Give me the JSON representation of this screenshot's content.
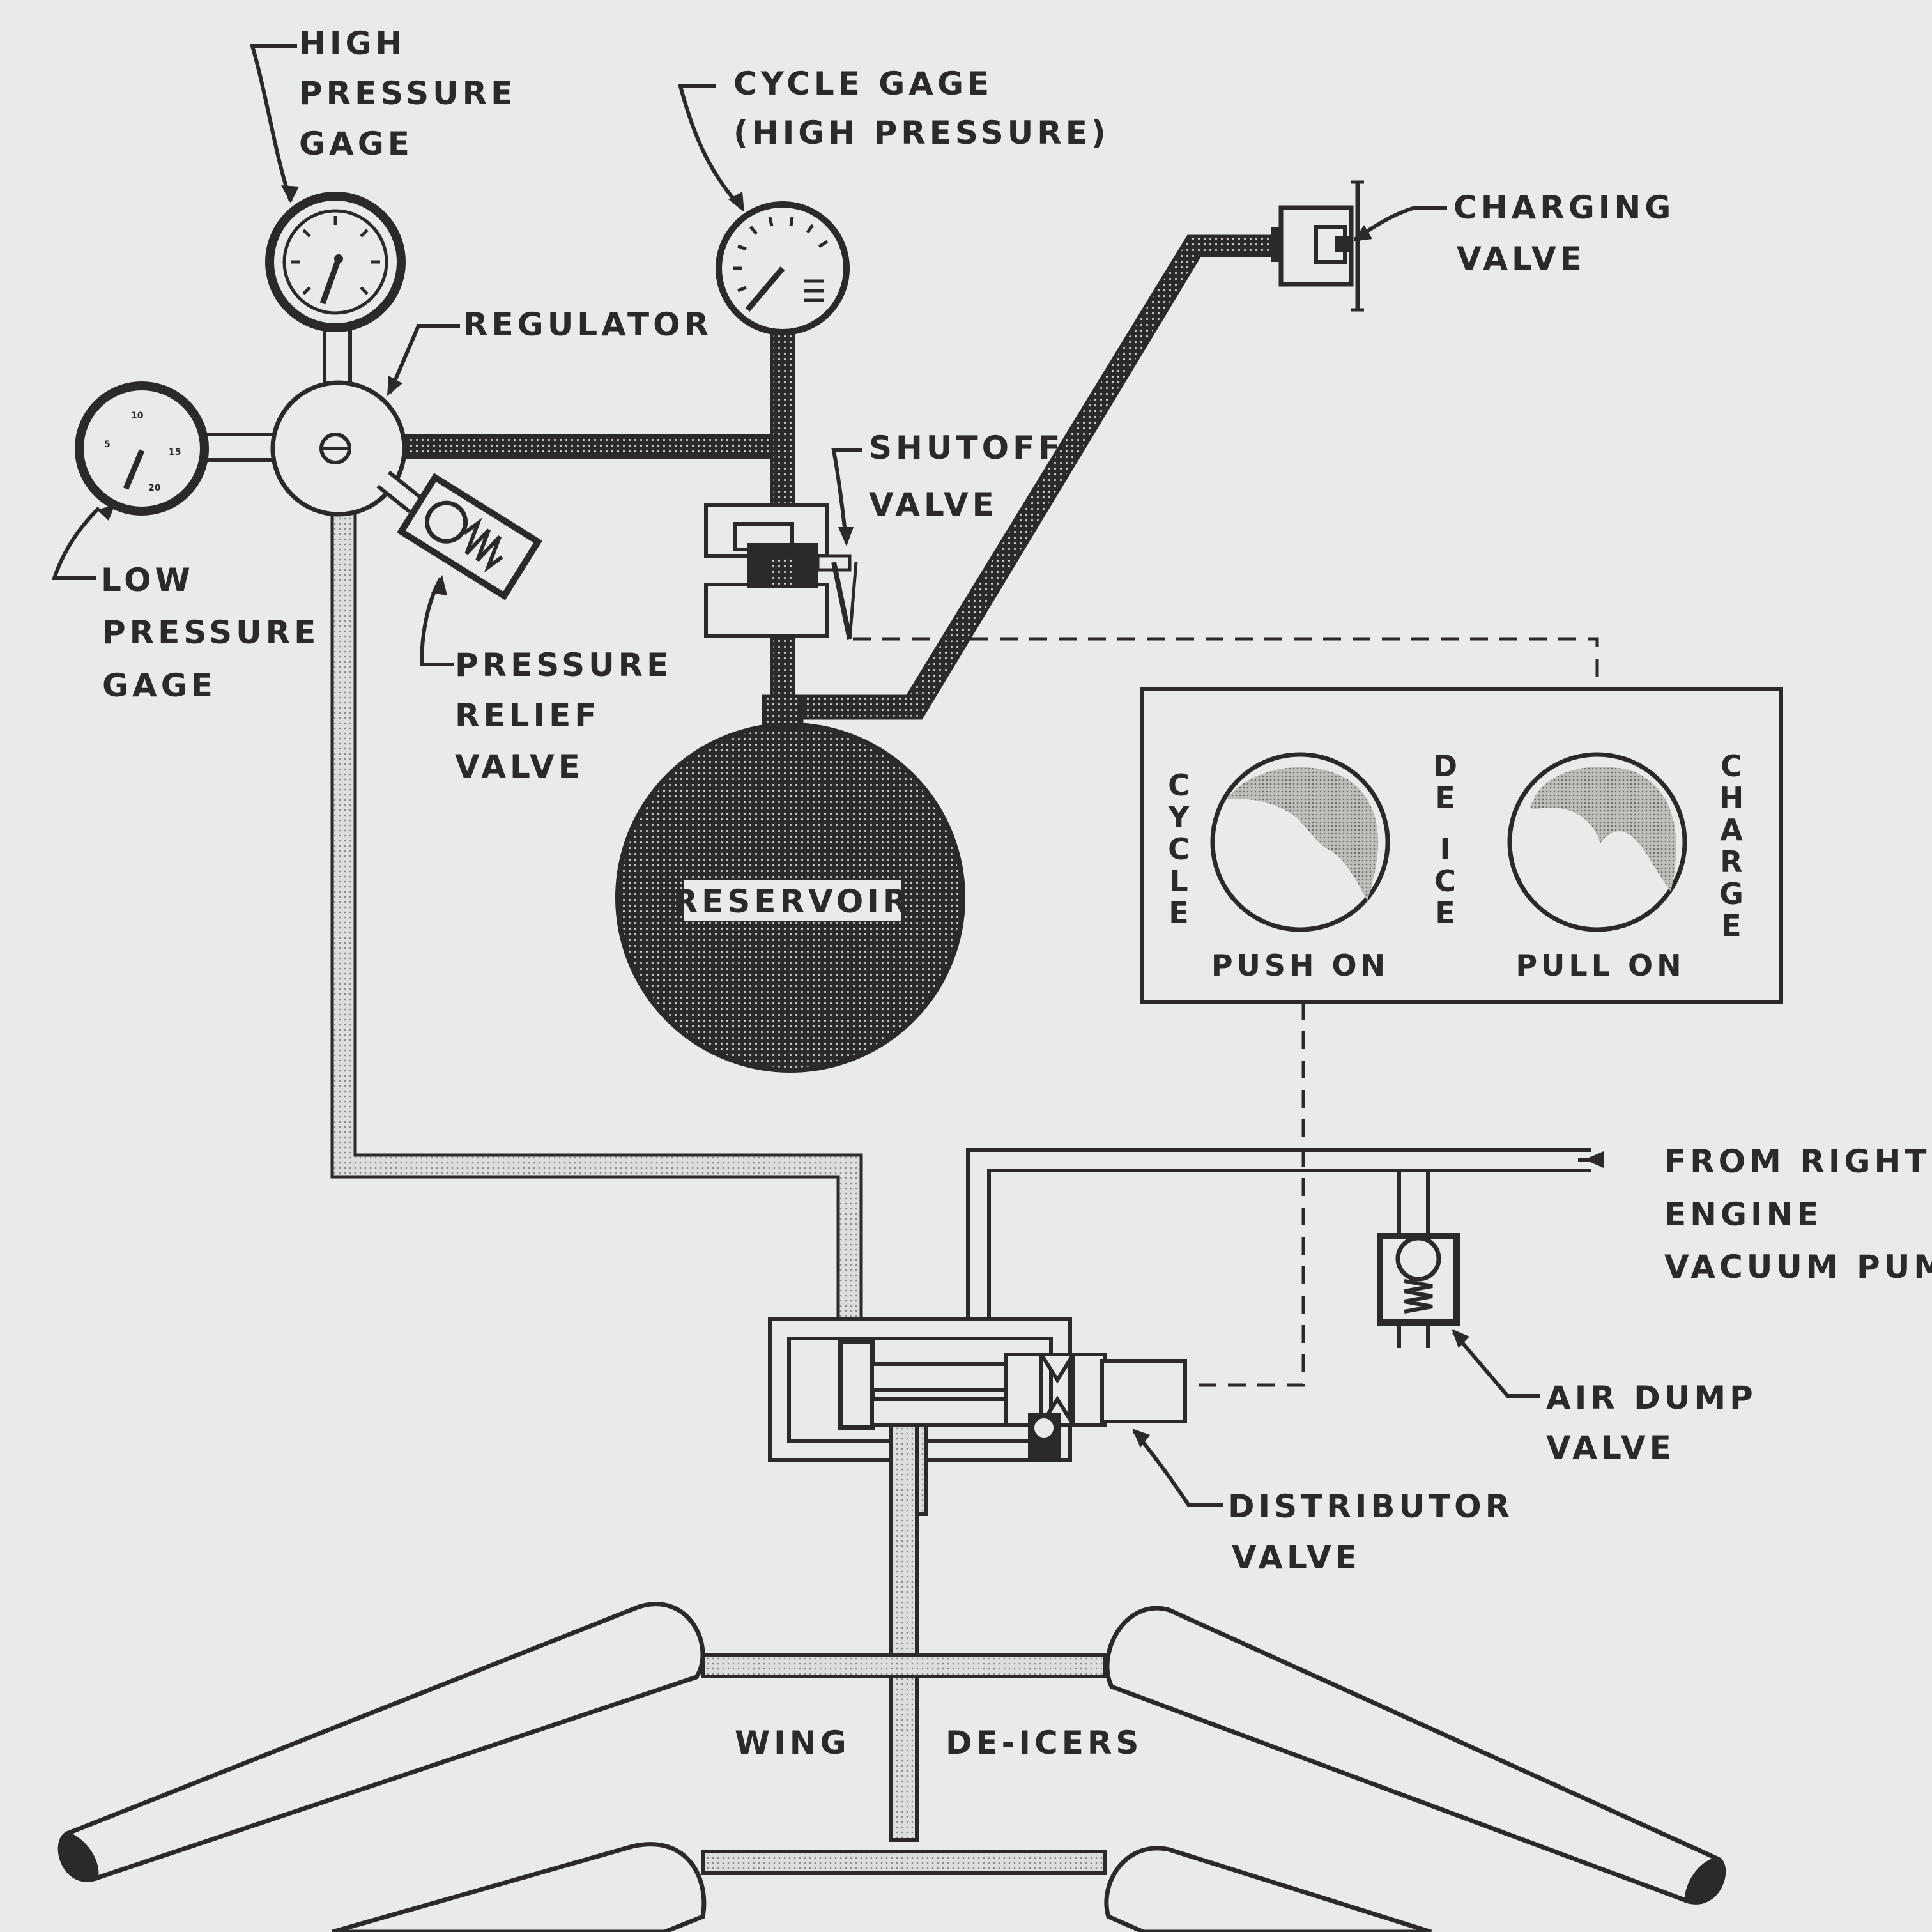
{
  "labels": {
    "high_pressure_gage": [
      "HIGH",
      "PRESSURE",
      "GAGE"
    ],
    "cycle_gage": [
      "CYCLE GAGE",
      "(HIGH PRESSURE)"
    ],
    "charging_valve": [
      "CHARGING",
      "VALVE"
    ],
    "regulator": "REGULATOR",
    "shutoff_valve": [
      "SHUTOFF",
      "VALVE"
    ],
    "low_pressure_gage": [
      "LOW",
      "PRESSURE",
      "GAGE"
    ],
    "pressure_relief_valve": [
      "PRESSURE",
      "RELIEF",
      "VALVE"
    ],
    "reservoir": "RESERVOIR",
    "from_right_engine": [
      "FROM RIGHT",
      "ENGINE",
      "VACUUM PUMP"
    ],
    "air_dump_valve": [
      "AIR DUMP",
      "VALVE"
    ],
    "distributor_valve": [
      "DISTRIBUTOR",
      "VALVE"
    ],
    "wing": "WING",
    "de_icers": "DE-ICERS"
  },
  "panel": {
    "cycle": [
      "C",
      "Y",
      "C",
      "L",
      "E"
    ],
    "de_ice": [
      "D",
      "E",
      "",
      "I",
      "C",
      "E"
    ],
    "charge": [
      "C",
      "H",
      "A",
      "R",
      "G",
      "E"
    ],
    "push_on": "PUSH ON",
    "pull_on": "PULL ON"
  },
  "gauges": {
    "low_pressure_ticks": [
      "10",
      "5",
      "15",
      "20"
    ]
  },
  "colors": {
    "ink": "#2c2a29",
    "paper": "#e9ebe8"
  }
}
